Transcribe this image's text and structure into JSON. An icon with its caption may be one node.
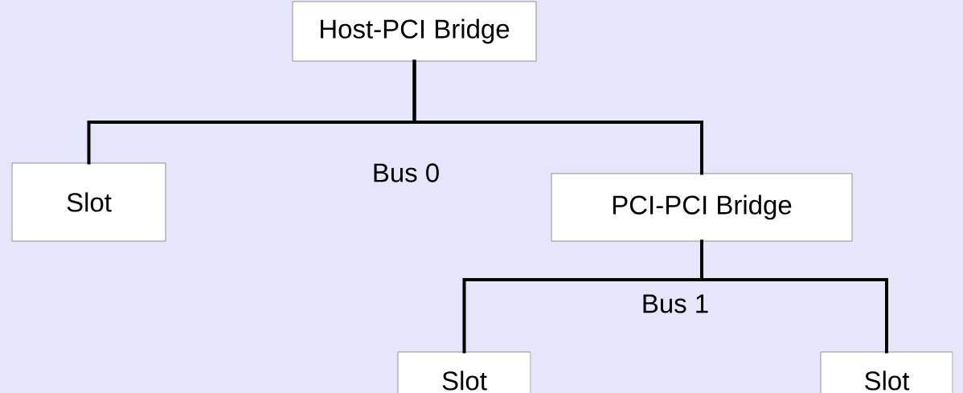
{
  "diagram": {
    "nodes": [
      {
        "text": [
          "Host-PCI Bridge"
        ]
      },
      {
        "text": [
          "Slot"
        ]
      },
      {
        "text": [
          "PCI-PCI Bridge"
        ]
      },
      {
        "text": [
          "Slot"
        ]
      },
      {
        "text": [
          "Slot"
        ]
      }
    ],
    "edges": [
      {
        "from": 0,
        "to": 1,
        "arrow": "none"
      },
      {
        "from": 0,
        "to": 2,
        "arrow": "none"
      },
      {
        "from": 2,
        "to": 3,
        "arrow": "none"
      },
      {
        "from": 2,
        "to": 4,
        "arrow": "none"
      }
    ],
    "labels": [
      "Bus 0",
      "Bus 1"
    ]
  }
}
